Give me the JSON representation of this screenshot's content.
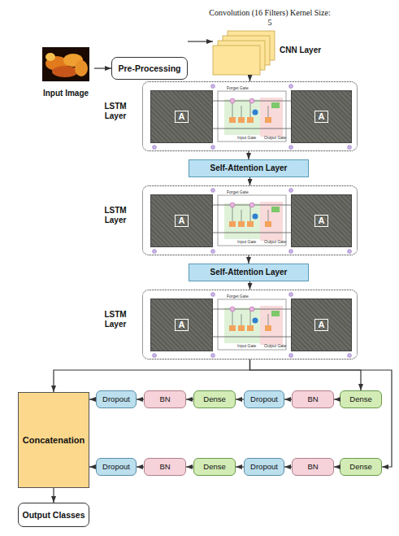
{
  "diagram": {
    "nodes": [
      {
        "text": [
          "Input Image"
        ]
      },
      {
        "text": [
          "Pre-Processing"
        ]
      },
      {
        "text": [
          "Convolution (16 Filters) Kernel Size: 5",
          "CNN Layer"
        ]
      },
      {
        "text": [
          "LSTM Layer"
        ]
      },
      {
        "text": [
          "A"
        ],
        "in": 3
      },
      {
        "text": [
          "A"
        ],
        "in": 3
      },
      {
        "text": [
          "Self-Attention Layer"
        ]
      },
      {
        "text": [
          "LSTM Layer"
        ]
      },
      {
        "text": [
          "A"
        ],
        "in": 7
      },
      {
        "text": [
          "A"
        ],
        "in": 7
      },
      {
        "text": [
          "Self-Attention Layer"
        ]
      },
      {
        "text": [
          "LSTM Layer"
        ]
      },
      {
        "text": [
          "A"
        ],
        "in": 11
      },
      {
        "text": [
          "A"
        ],
        "in": 11
      },
      {
        "text": [
          "Concatenation"
        ]
      },
      {
        "text": [
          "Dropout"
        ]
      },
      {
        "text": [
          "BN"
        ]
      },
      {
        "text": [
          "Dense"
        ]
      },
      {
        "text": [
          "Dropout"
        ]
      },
      {
        "text": [
          "BN"
        ]
      },
      {
        "text": [
          "Dense"
        ]
      },
      {
        "text": [
          "Dropout"
        ]
      },
      {
        "text": [
          "BN"
        ]
      },
      {
        "text": [
          "Dense"
        ]
      },
      {
        "text": [
          "Dropout"
        ]
      },
      {
        "text": [
          "BN"
        ]
      },
      {
        "text": [
          "Dense"
        ]
      },
      {
        "text": [
          "Output Classes"
        ]
      }
    ],
    "edges": [
      {
        "from": 0,
        "to": 1,
        "arrow": "to"
      },
      {
        "from": 1,
        "to": 2,
        "arrow": "to"
      },
      {
        "from": 2,
        "to": 3,
        "arrow": "to"
      },
      {
        "from": 3,
        "to": 6,
        "arrow": "to"
      },
      {
        "from": 6,
        "to": 7,
        "arrow": "to"
      },
      {
        "from": 7,
        "to": 10,
        "arrow": "to"
      },
      {
        "from": 10,
        "to": 11,
        "arrow": "to"
      },
      {
        "from": 11,
        "to": 14,
        "arrow": "to"
      },
      {
        "from": 11,
        "to": 20,
        "arrow": "to"
      },
      {
        "from": 11,
        "to": 26,
        "arrow": "to"
      },
      {
        "from": 20,
        "to": 19,
        "arrow": "to"
      },
      {
        "from": 19,
        "to": 18,
        "arrow": "to"
      },
      {
        "from": 18,
        "to": 17,
        "arrow": "to"
      },
      {
        "from": 17,
        "to": 16,
        "arrow": "to"
      },
      {
        "from": 16,
        "to": 15,
        "arrow": "to"
      },
      {
        "from": 15,
        "to": 14,
        "arrow": "to"
      },
      {
        "from": 26,
        "to": 25,
        "arrow": "to"
      },
      {
        "from": 25,
        "to": 24,
        "arrow": "to"
      },
      {
        "from": 24,
        "to": 23,
        "arrow": "to"
      },
      {
        "from": 23,
        "to": 22,
        "arrow": "to"
      },
      {
        "from": 22,
        "to": 21,
        "arrow": "to"
      },
      {
        "from": 21,
        "to": 14,
        "arrow": "to"
      },
      {
        "from": 14,
        "to": 27,
        "arrow": "to"
      }
    ],
    "labels": [
      "Forget Gate",
      "Input Gate",
      "Output Gate",
      "Forget Gate",
      "Input Gate",
      "Output Gate",
      "Forget Gate",
      "Input Gate",
      "Output Gate"
    ]
  }
}
